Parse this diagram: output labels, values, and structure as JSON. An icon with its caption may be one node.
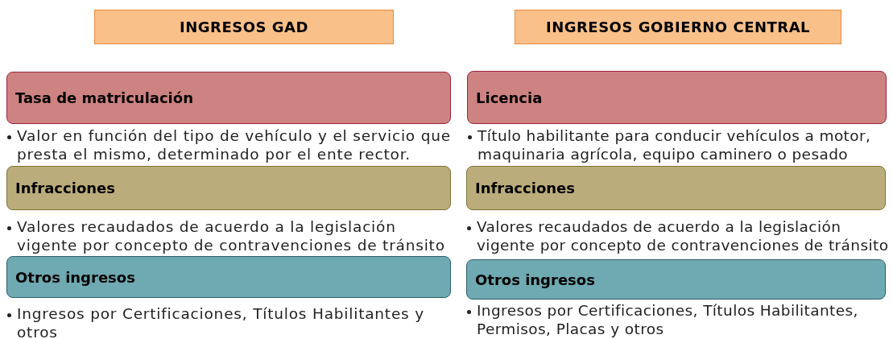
{
  "diagram": {
    "nodes": [
      {
        "text": [
          "INGRESOS GAD"
        ]
      },
      {
        "text": [
          "Tasa de matriculación"
        ],
        "beside": [
          "Valor en función del tipo de vehículo y el servicio que presta el mismo, determinado por el ente rector."
        ]
      },
      {
        "text": [
          "Infracciones"
        ],
        "beside": [
          "Valores recaudados de acuerdo a la legislación vigente por concepto de contravenciones de tránsito"
        ]
      },
      {
        "text": [
          "Otros ingresos"
        ],
        "beside": [
          "Ingresos por Certificaciones, Títulos Habilitantes y otros"
        ]
      },
      {
        "text": [
          "INGRESOS GOBIERNO CENTRAL"
        ]
      },
      {
        "text": [
          "Licencia"
        ],
        "beside": [
          "Título habilitante para conducir vehículos a motor, maquinaria agrícola, equipo caminero o pesado"
        ]
      },
      {
        "text": [
          "Infracciones"
        ],
        "beside": [
          "Valores recaudados de acuerdo a la legislación vigente por concepto de contravenciones de tránsito"
        ]
      },
      {
        "text": [
          "Otros ingresos"
        ],
        "beside": [
          "Ingresos por Certificaciones, Títulos Habilitantes, Permisos, Placas y otros"
        ]
      }
    ]
  }
}
